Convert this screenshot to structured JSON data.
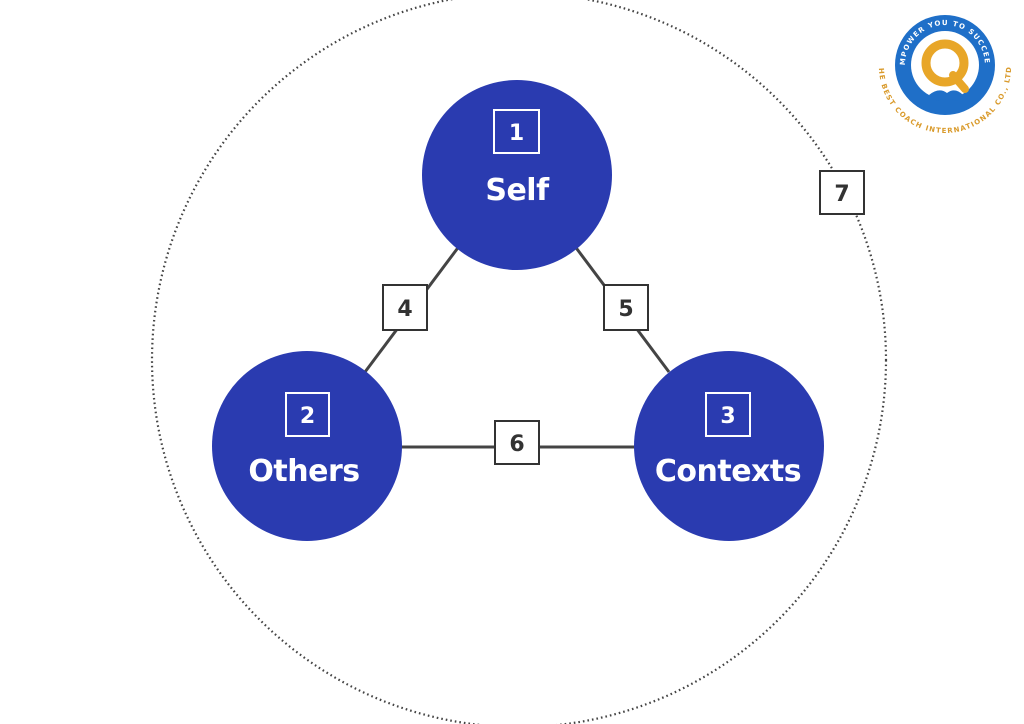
{
  "colors": {
    "node_fill": "#2a3bb0",
    "edge_stroke": "#444444",
    "box_stroke": "#333333",
    "box_text": "#333333",
    "node_text": "#ffffff",
    "logo_blue": "#1f6fc8",
    "logo_gold": "#e8a628",
    "logo_text": "#d99a2b"
  },
  "nodes": [
    {
      "id": "self",
      "number": "1",
      "label": "Self"
    },
    {
      "id": "others",
      "number": "2",
      "label": "Others"
    },
    {
      "id": "contexts",
      "number": "3",
      "label": "Contexts"
    }
  ],
  "edges": [
    {
      "number": "4",
      "from": "self",
      "to": "others"
    },
    {
      "number": "5",
      "from": "self",
      "to": "contexts"
    },
    {
      "number": "6",
      "from": "others",
      "to": "contexts"
    }
  ],
  "outer": {
    "number": "7"
  },
  "logo": {
    "letter": "Q",
    "top_text": "EMPOWER YOU TO SUCCEED",
    "bottom_text": "THE BEST COACH INTERNATIONAL CO., LTD."
  }
}
